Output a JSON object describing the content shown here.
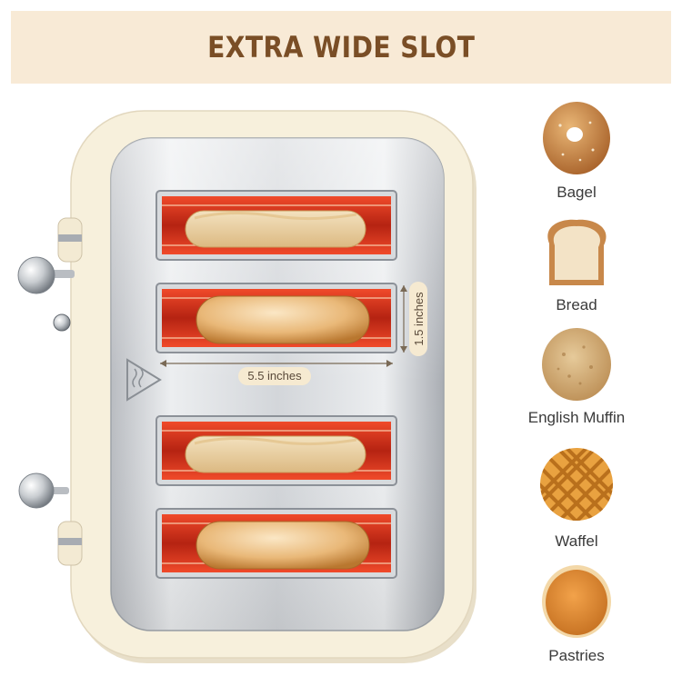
{
  "banner": {
    "title": "EXTRA WIDE SLOT"
  },
  "dimensions": {
    "width_label": "5.5 inches",
    "height_label": "1.5 inches"
  },
  "foods": [
    {
      "label": "Bagel",
      "icon": "bagel-icon"
    },
    {
      "label": "Bread",
      "icon": "bread-icon"
    },
    {
      "label": "English Muffin",
      "icon": "english-muffin-icon"
    },
    {
      "label": "Waffel",
      "icon": "waffle-icon"
    },
    {
      "label": "Pastries",
      "icon": "pastry-icon"
    }
  ],
  "colors": {
    "banner_bg": "#f8ead6",
    "banner_text": "#7a4e26",
    "body_cream": "#f7f0dc",
    "slot_glow": "#e2331e"
  }
}
